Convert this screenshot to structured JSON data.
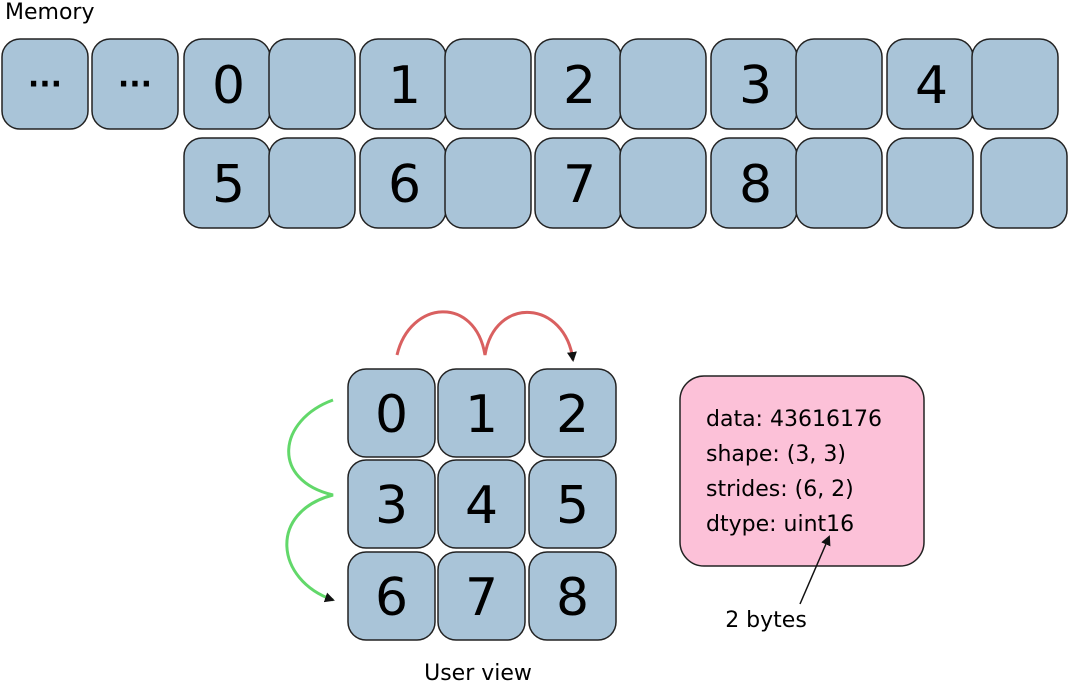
{
  "memory": {
    "title": "Memory",
    "row1": [
      "···",
      "···",
      "0",
      "",
      "1",
      "",
      "2",
      "",
      "3",
      "",
      "4",
      ""
    ],
    "row2": [
      "5",
      "",
      "6",
      "",
      "7",
      "",
      "8",
      "",
      "",
      ""
    ]
  },
  "user_view": {
    "caption": "User view",
    "grid": [
      [
        "0",
        "1",
        "2"
      ],
      [
        "3",
        "4",
        "5"
      ],
      [
        "6",
        "7",
        "8"
      ]
    ]
  },
  "info_box": {
    "lines": [
      "data: 43616176",
      "shape: (3, 3)",
      "strides: (6, 2)",
      "dtype: uint16"
    ],
    "annotation": "2 bytes"
  },
  "colors": {
    "cell_fill": "#a9c4d8",
    "cell_stroke": "#222222",
    "info_fill": "#fcc1d8",
    "row_arrow": "#d96060",
    "col_arrow": "#62d86a"
  }
}
